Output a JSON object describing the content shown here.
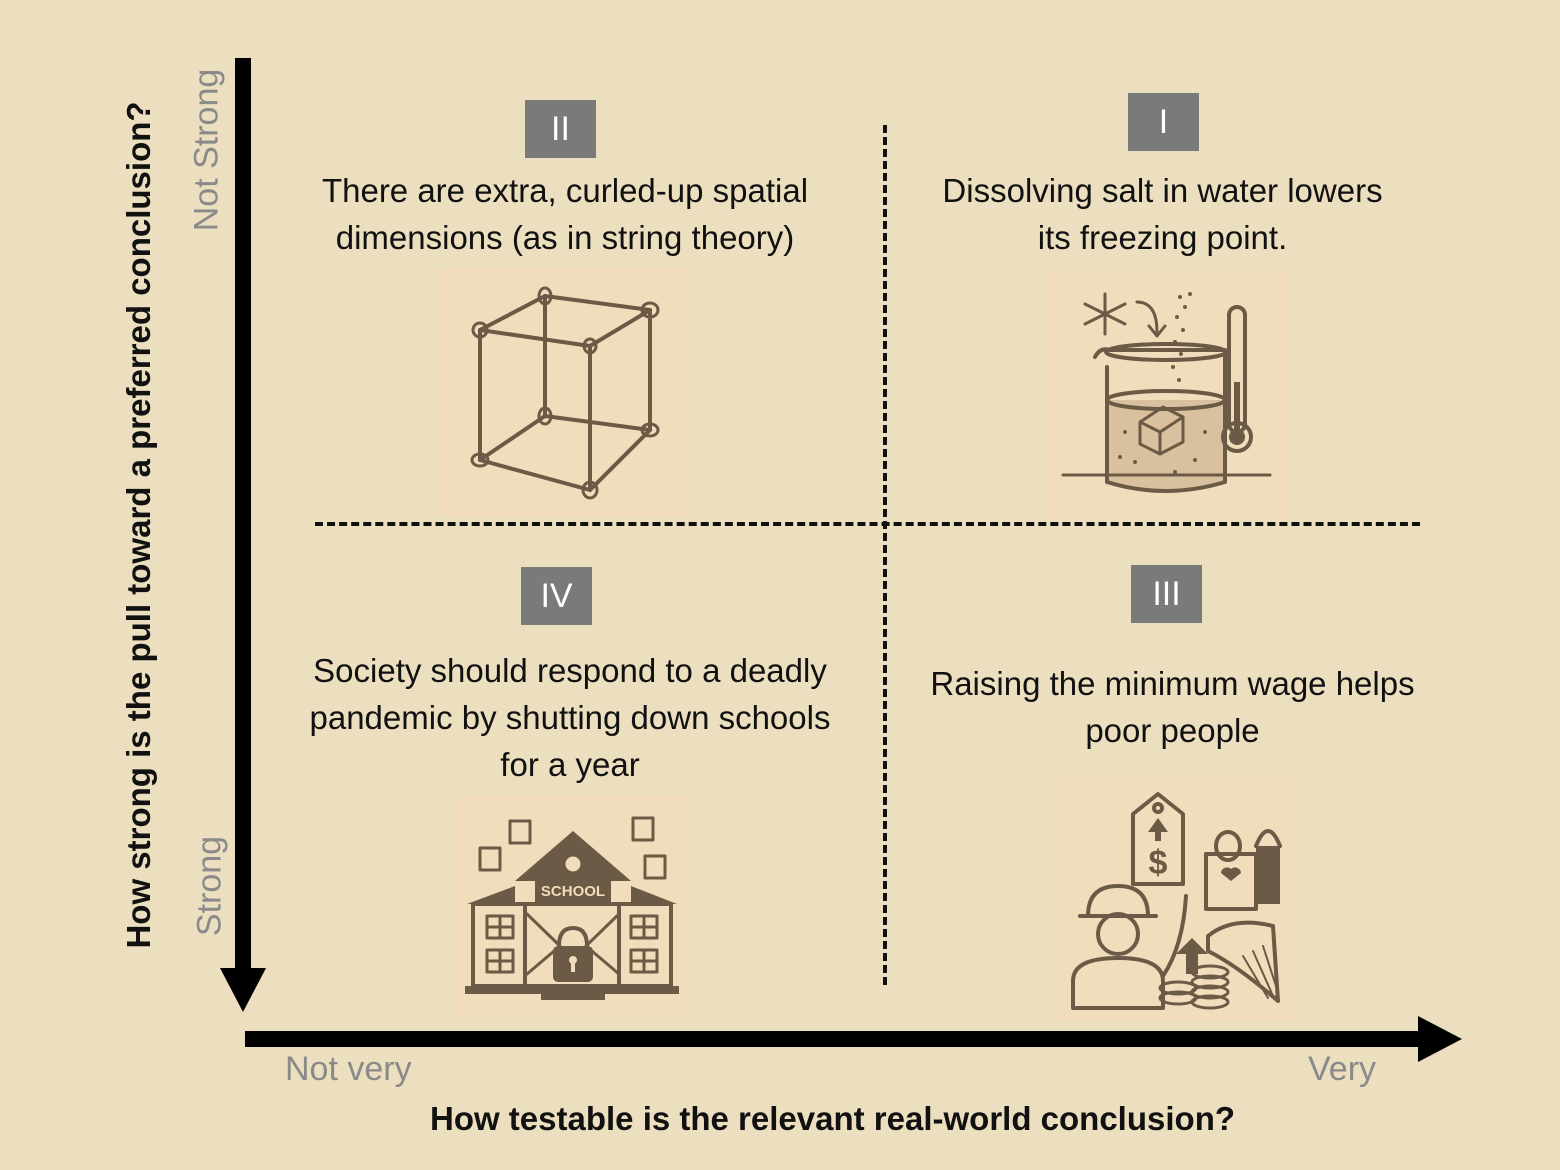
{
  "axes": {
    "x_title": "How testable is the relevant real-world conclusion?",
    "x_low_label": "Not very",
    "x_high_label": "Very",
    "y_title": "How strong is the pull toward a preferred conclusion?",
    "y_top_label": "Not Strong",
    "y_bottom_label": "Strong"
  },
  "quadrants": {
    "q1": {
      "badge": "I",
      "text": "Dissolving salt in water lowers its freezing point.",
      "icon": "beaker-thermometer-icon"
    },
    "q2": {
      "badge": "II",
      "text": "There are extra, curled-up spatial dimensions (as in string theory)",
      "icon": "cube-dimensions-icon"
    },
    "q3": {
      "badge": "III",
      "text": "Raising the minimum wage helps poor people",
      "icon": "wage-worker-icon"
    },
    "q4": {
      "badge": "IV",
      "text": "Society should respond to a deadly pandemic by shutting down schools for a year",
      "icon": "locked-school-icon",
      "sign_text": "SCHOOL"
    }
  },
  "colors": {
    "background": "#ecdfbf",
    "badge": "#7a7a7a",
    "illustration_ink": "#6b5a45",
    "tick_label": "#8a8a8a"
  }
}
